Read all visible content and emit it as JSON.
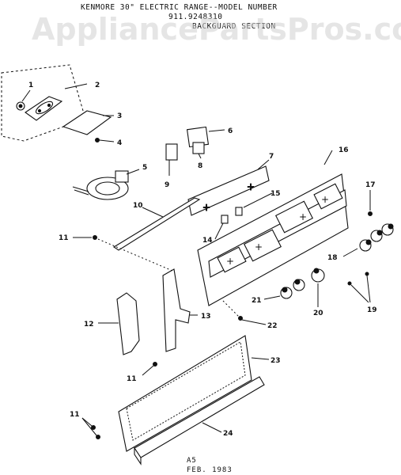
{
  "header": {
    "title_line": "KENMORE 30\" ELECTRIC RANGE--MODEL NUMBER",
    "model_number": "911.9248310",
    "section": "BACKGUARD SECTION"
  },
  "watermark": "AppliancePartsPros.com",
  "callouts": [
    "1",
    "2",
    "3",
    "4",
    "5",
    "6",
    "7",
    "8",
    "9",
    "10",
    "11",
    "12",
    "13",
    "14",
    "15",
    "16",
    "17",
    "18",
    "19",
    "20",
    "21",
    "22",
    "23",
    "24",
    "11",
    "11"
  ],
  "footer": {
    "code": "A5",
    "date": "FEB. 1983"
  }
}
